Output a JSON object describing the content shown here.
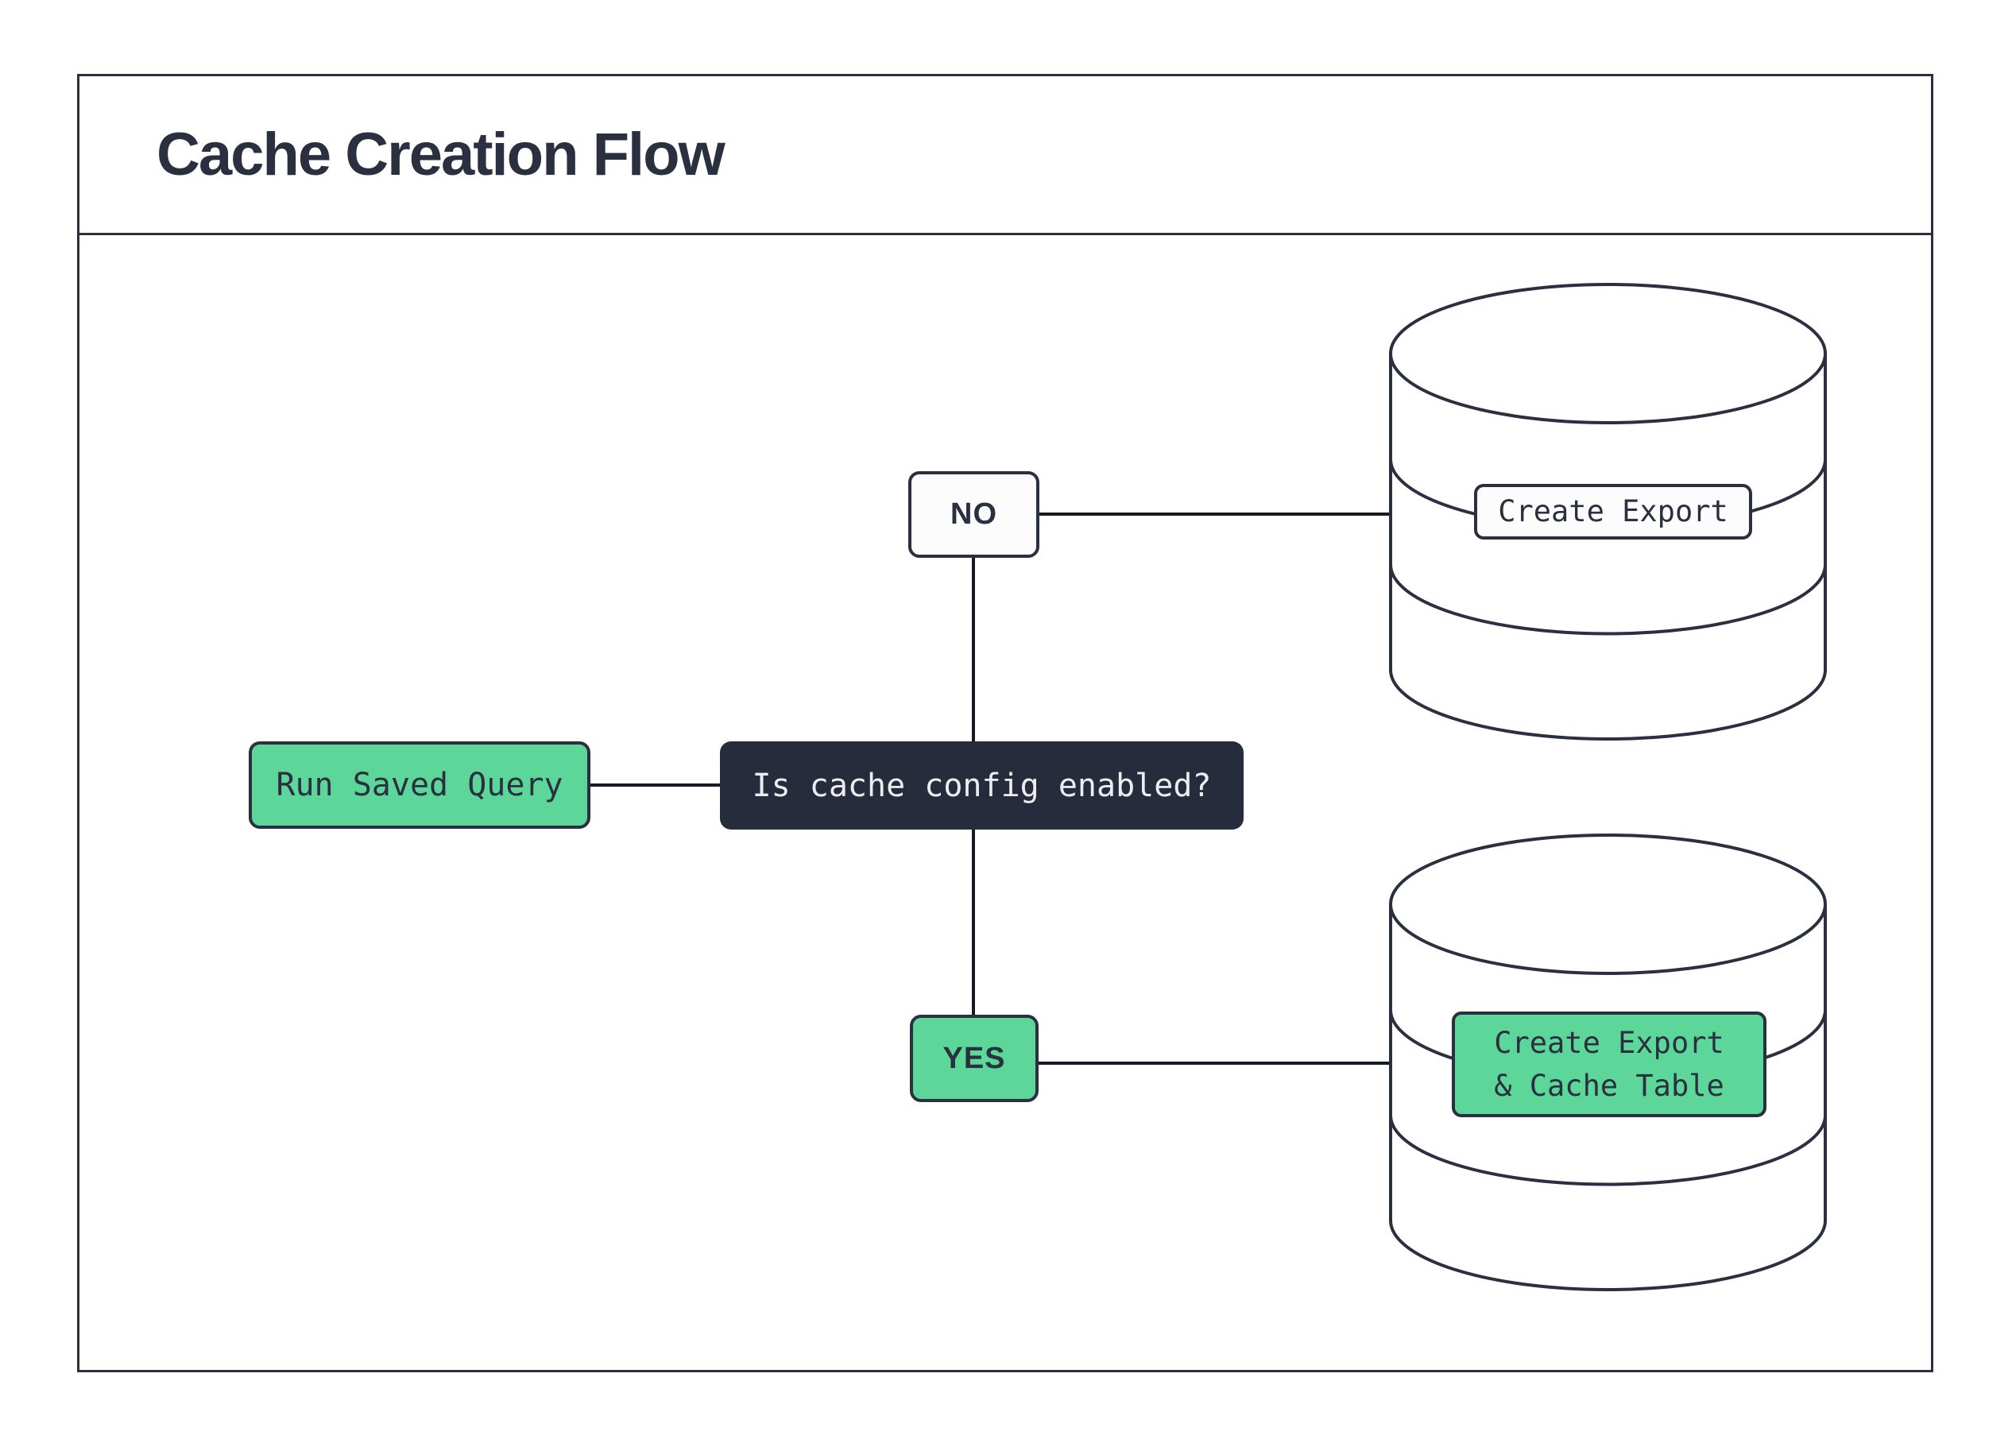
{
  "header": {
    "title": "Cache Creation Flow"
  },
  "colors": {
    "ink": "#2A3040",
    "line": "#161A25",
    "green": "#5CD699",
    "paper": "#FFFFFF",
    "offwhite": "#FCFCFD",
    "decision-bg": "#262C3C",
    "decision-text": "#ECEDEF"
  },
  "nodes": {
    "start": {
      "label": "Run Saved Query"
    },
    "decision": {
      "label": "Is cache config enabled?"
    },
    "edge_no": {
      "label": "NO"
    },
    "edge_yes": {
      "label": "YES"
    },
    "db_export": {
      "label": "Create Export"
    },
    "db_export_cache": {
      "lines": [
        "Create Export",
        "& Cache Table"
      ]
    }
  }
}
